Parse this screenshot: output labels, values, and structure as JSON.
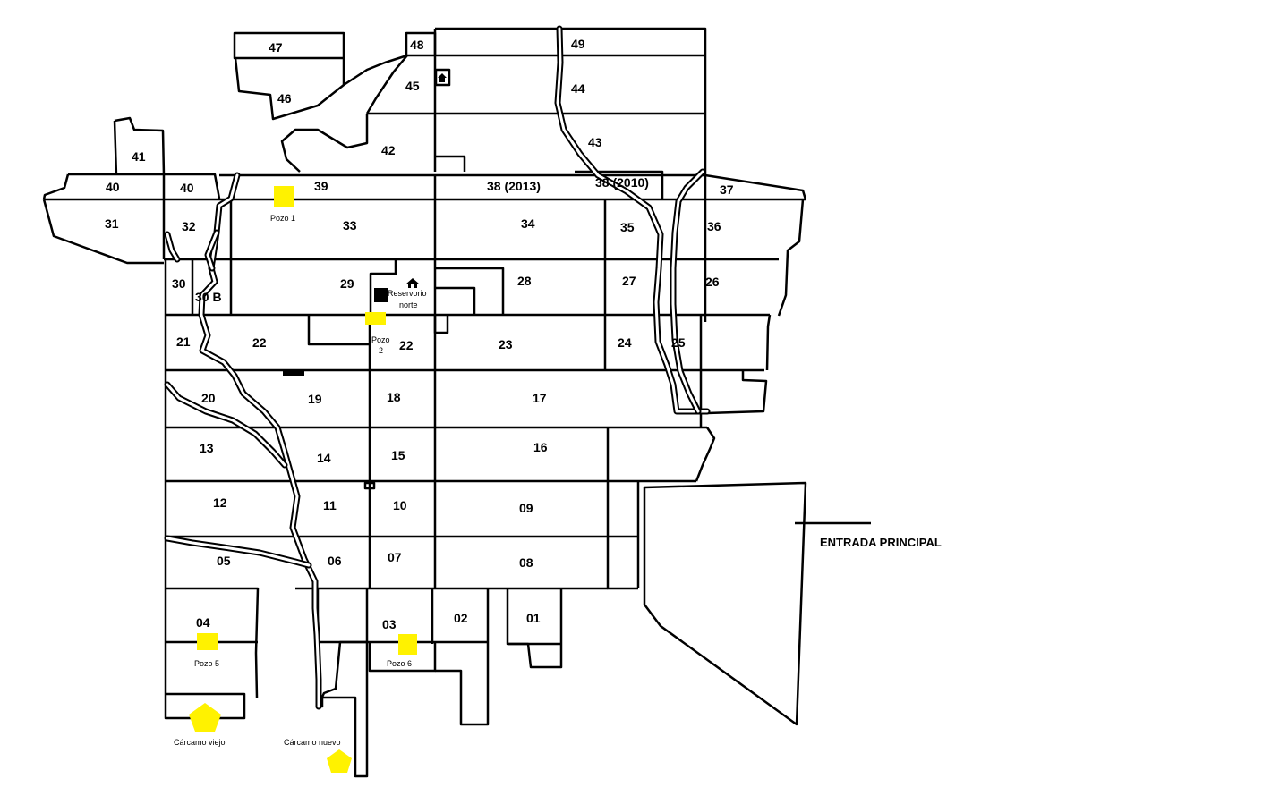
{
  "map": {
    "colors": {
      "well": "#FFF200",
      "sump": "#FFF200",
      "lines": "#000000",
      "background": "#FFFFFF"
    },
    "lots": {
      "l47": "47",
      "l48": "48",
      "l49": "49",
      "l46": "46",
      "l45": "45",
      "l44": "44",
      "l41": "41",
      "l42": "42",
      "l43": "43",
      "l40a": "40",
      "l40b": "40",
      "l39": "39",
      "l38_2013": "38 (2013)",
      "l38_2010": "38 (2010)",
      "l37": "37",
      "l31": "31",
      "l32": "32",
      "l33": "33",
      "l34": "34",
      "l35": "35",
      "l36": "36",
      "l30": "30",
      "l30b": "30 B",
      "l29": "29",
      "l28": "28",
      "l27": "27",
      "l26": "26",
      "l21": "21",
      "l22a": "22",
      "l22b": "22",
      "l23": "23",
      "l24": "24",
      "l25": "25",
      "l20": "20",
      "l19": "19",
      "l18": "18",
      "l17": "17",
      "l13": "13",
      "l14": "14",
      "l15": "15",
      "l16": "16",
      "l12": "12",
      "l11": "11",
      "l10": "10",
      "l09": "09",
      "l05": "05",
      "l06": "06",
      "l07": "07",
      "l08": "08",
      "l04": "04",
      "l03": "03",
      "l02": "02",
      "l01": "01"
    },
    "features": {
      "pozo1": "Pozo 1",
      "pozo2_line1": "Pozo",
      "pozo2_line2": "2",
      "pozo5": "Pozo 5",
      "pozo6": "Pozo 6",
      "reservorio_line1": "Reservorio",
      "reservorio_line2": "norte",
      "carcamo_viejo": "Cárcamo viejo",
      "carcamo_nuevo": "Cárcamo nuevo",
      "entrada": "ENTRADA PRINCIPAL"
    },
    "icons": {
      "house": "house-icon"
    }
  }
}
